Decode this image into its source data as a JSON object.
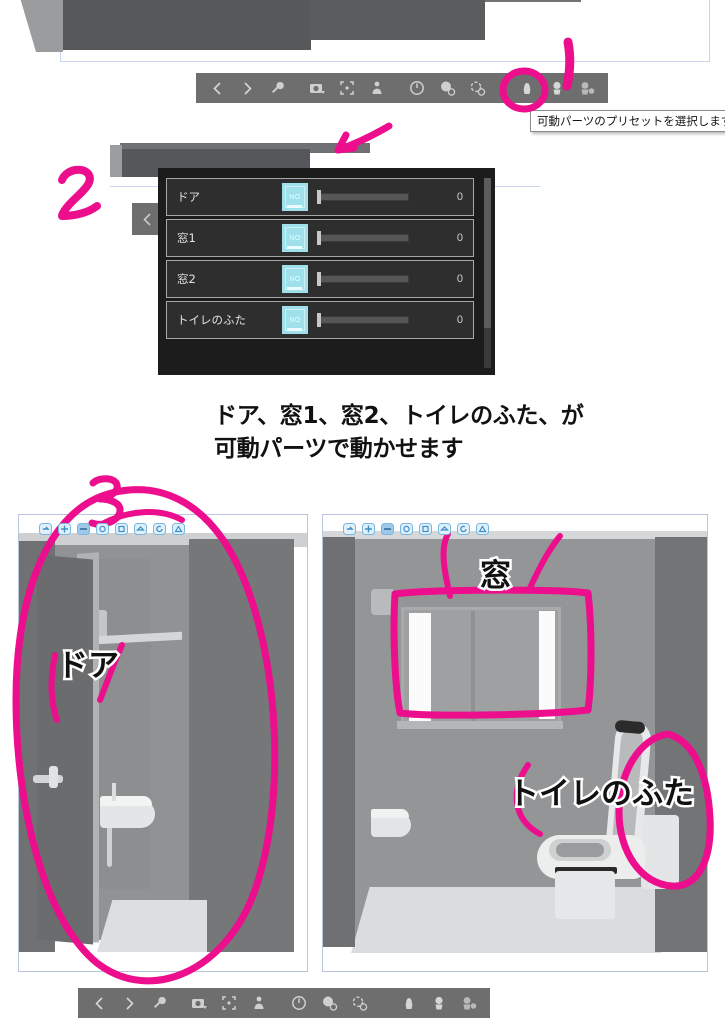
{
  "app": {
    "tooltip": "可動パーツのプリセットを選択します"
  },
  "toolbar": {
    "buttons": [
      {
        "name": "prev-button",
        "icon": "chevron-left-icon",
        "label": "<"
      },
      {
        "name": "next-button",
        "icon": "chevron-right-icon",
        "label": ">"
      },
      {
        "name": "wrench-button",
        "icon": "wrench-icon",
        "label": ""
      },
      {
        "name": "camera-button",
        "icon": "camera-icon",
        "label": ""
      },
      {
        "name": "fit-button",
        "icon": "fit-frame-icon",
        "label": ""
      },
      {
        "name": "figure-button",
        "icon": "figure-icon",
        "label": ""
      },
      {
        "name": "pose-clock-button",
        "icon": "clock-pose-icon",
        "label": ""
      },
      {
        "name": "head-pose-button",
        "icon": "head-pose-icon",
        "label": ""
      },
      {
        "name": "rotate-pose-button",
        "icon": "rotate-pose-icon",
        "label": ""
      }
    ],
    "buttons_group2": [
      {
        "name": "hand-preset-button",
        "icon": "hand-preset-icon",
        "label": ""
      },
      {
        "name": "face-preset-button",
        "icon": "face-preset-icon",
        "label": ""
      },
      {
        "name": "movable-parts-preset-button",
        "icon": "movable-parts-preset-icon",
        "label": ""
      }
    ]
  },
  "parts_panel": {
    "rows": [
      {
        "label": "ドア",
        "thumb_text": "NO",
        "value": "0",
        "slider_position": 0
      },
      {
        "label": "窓1",
        "thumb_text": "NO",
        "value": "0",
        "slider_position": 0
      },
      {
        "label": "窓2",
        "thumb_text": "NO",
        "value": "0",
        "slider_position": 0
      },
      {
        "label": "トイレのふた",
        "thumb_text": "NO",
        "value": "0",
        "slider_position": 0
      }
    ]
  },
  "caption": {
    "line1": "ドア、窓1、窓2、トイレのふた、が",
    "line2": "可動パーツで動かせます"
  },
  "annotations": {
    "step1": "1",
    "step2": "2",
    "step3": "3",
    "ink_color": "#EC0E8C"
  },
  "viewports": {
    "left": {
      "name": "bathroom-door-view",
      "label": "ドア"
    },
    "right": {
      "name": "bathroom-window-toilet-view",
      "label_window": "窓",
      "label_lid": "トイレのふた"
    },
    "gizmo_icons": [
      "undo-view-icon",
      "pan-view-icon",
      "zoom-view-icon",
      "orbit-view-icon",
      "front-view-icon",
      "top-view-icon",
      "rotate-view-icon",
      "reset-view-icon"
    ]
  }
}
